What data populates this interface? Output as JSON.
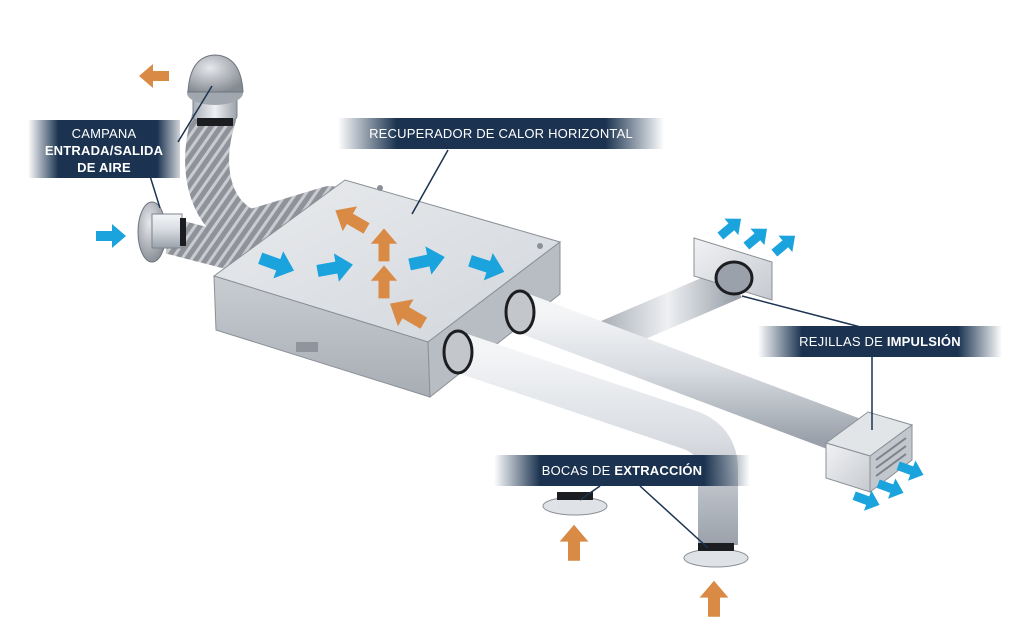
{
  "labels": {
    "campana": {
      "line1": "CAMPANA",
      "line2": "ENTRADA/SALIDA",
      "line3": "DE AIRE"
    },
    "recuperador": {
      "text": "RECUPERADOR DE CALOR HORIZONTAL"
    },
    "rejillas": {
      "normal": "REJILLAS DE ",
      "bold": "IMPULSIÓN"
    },
    "bocas": {
      "normal": "BOCAS DE ",
      "bold": "EXTRACCIÓN"
    }
  },
  "colors": {
    "fresh_air_arrow": "#1aa3dd",
    "stale_air_arrow": "#d98a45",
    "label_background": "#1b3350",
    "leader_line": "#1b3350"
  }
}
